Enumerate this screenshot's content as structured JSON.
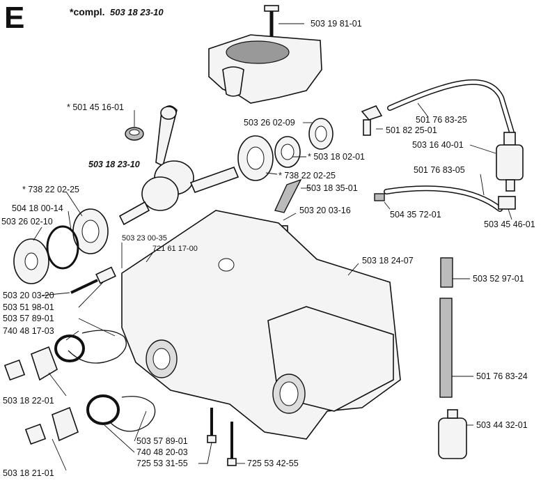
{
  "header": {
    "section_letter": "E",
    "compl_prefix": "*compl.",
    "compl_number": "503 18 23-10"
  },
  "labels": {
    "cylinder_bolt": "503 19 81-01",
    "needle_bearing": "* 501 45 16-01",
    "seal_ring_top": "503 26 02-09",
    "bushing": "* 503 18 02-01",
    "crankshaft_assy": "503 18 23-10",
    "ball_bearing_right": "* 738 22 02-25",
    "ball_bearing_left": "* 738 22 02-25",
    "washer": "504 18 00-14",
    "seal_ring_left": "503 26 02-10",
    "lever": "503 18 35-01",
    "lever_screw": "503 20 03-16",
    "pin_1": "503 23 00-35",
    "pin_2": "721 61 17-00",
    "screw_left": "503 20 03-20",
    "sleeve_left": "503 51 98-01",
    "strap_1": "503 57 89-01",
    "oring_1": "740 48 17-03",
    "plug_1": "503 18 22-01",
    "strap_2": "503 57 89-01",
    "oring_2": "740 48 20-03",
    "screw_long_1": "725 53 31-55",
    "screw_long_2": "725 53 42-55",
    "plug_2": "503 18 21-01",
    "crankcase": "503 18 24-07",
    "fuel_hose_top": "501 76 83-25",
    "elbow": "501 82 25-01",
    "fuel_filter": "503 16 40-01",
    "fuel_hose_mid": "501 76 83-05",
    "nipple": "504 35 72-01",
    "connector": "503 45 46-01",
    "spring": "503 52 97-01",
    "fuel_hose_long": "501 76 83-24",
    "filter_bottom": "503 44 32-01"
  }
}
